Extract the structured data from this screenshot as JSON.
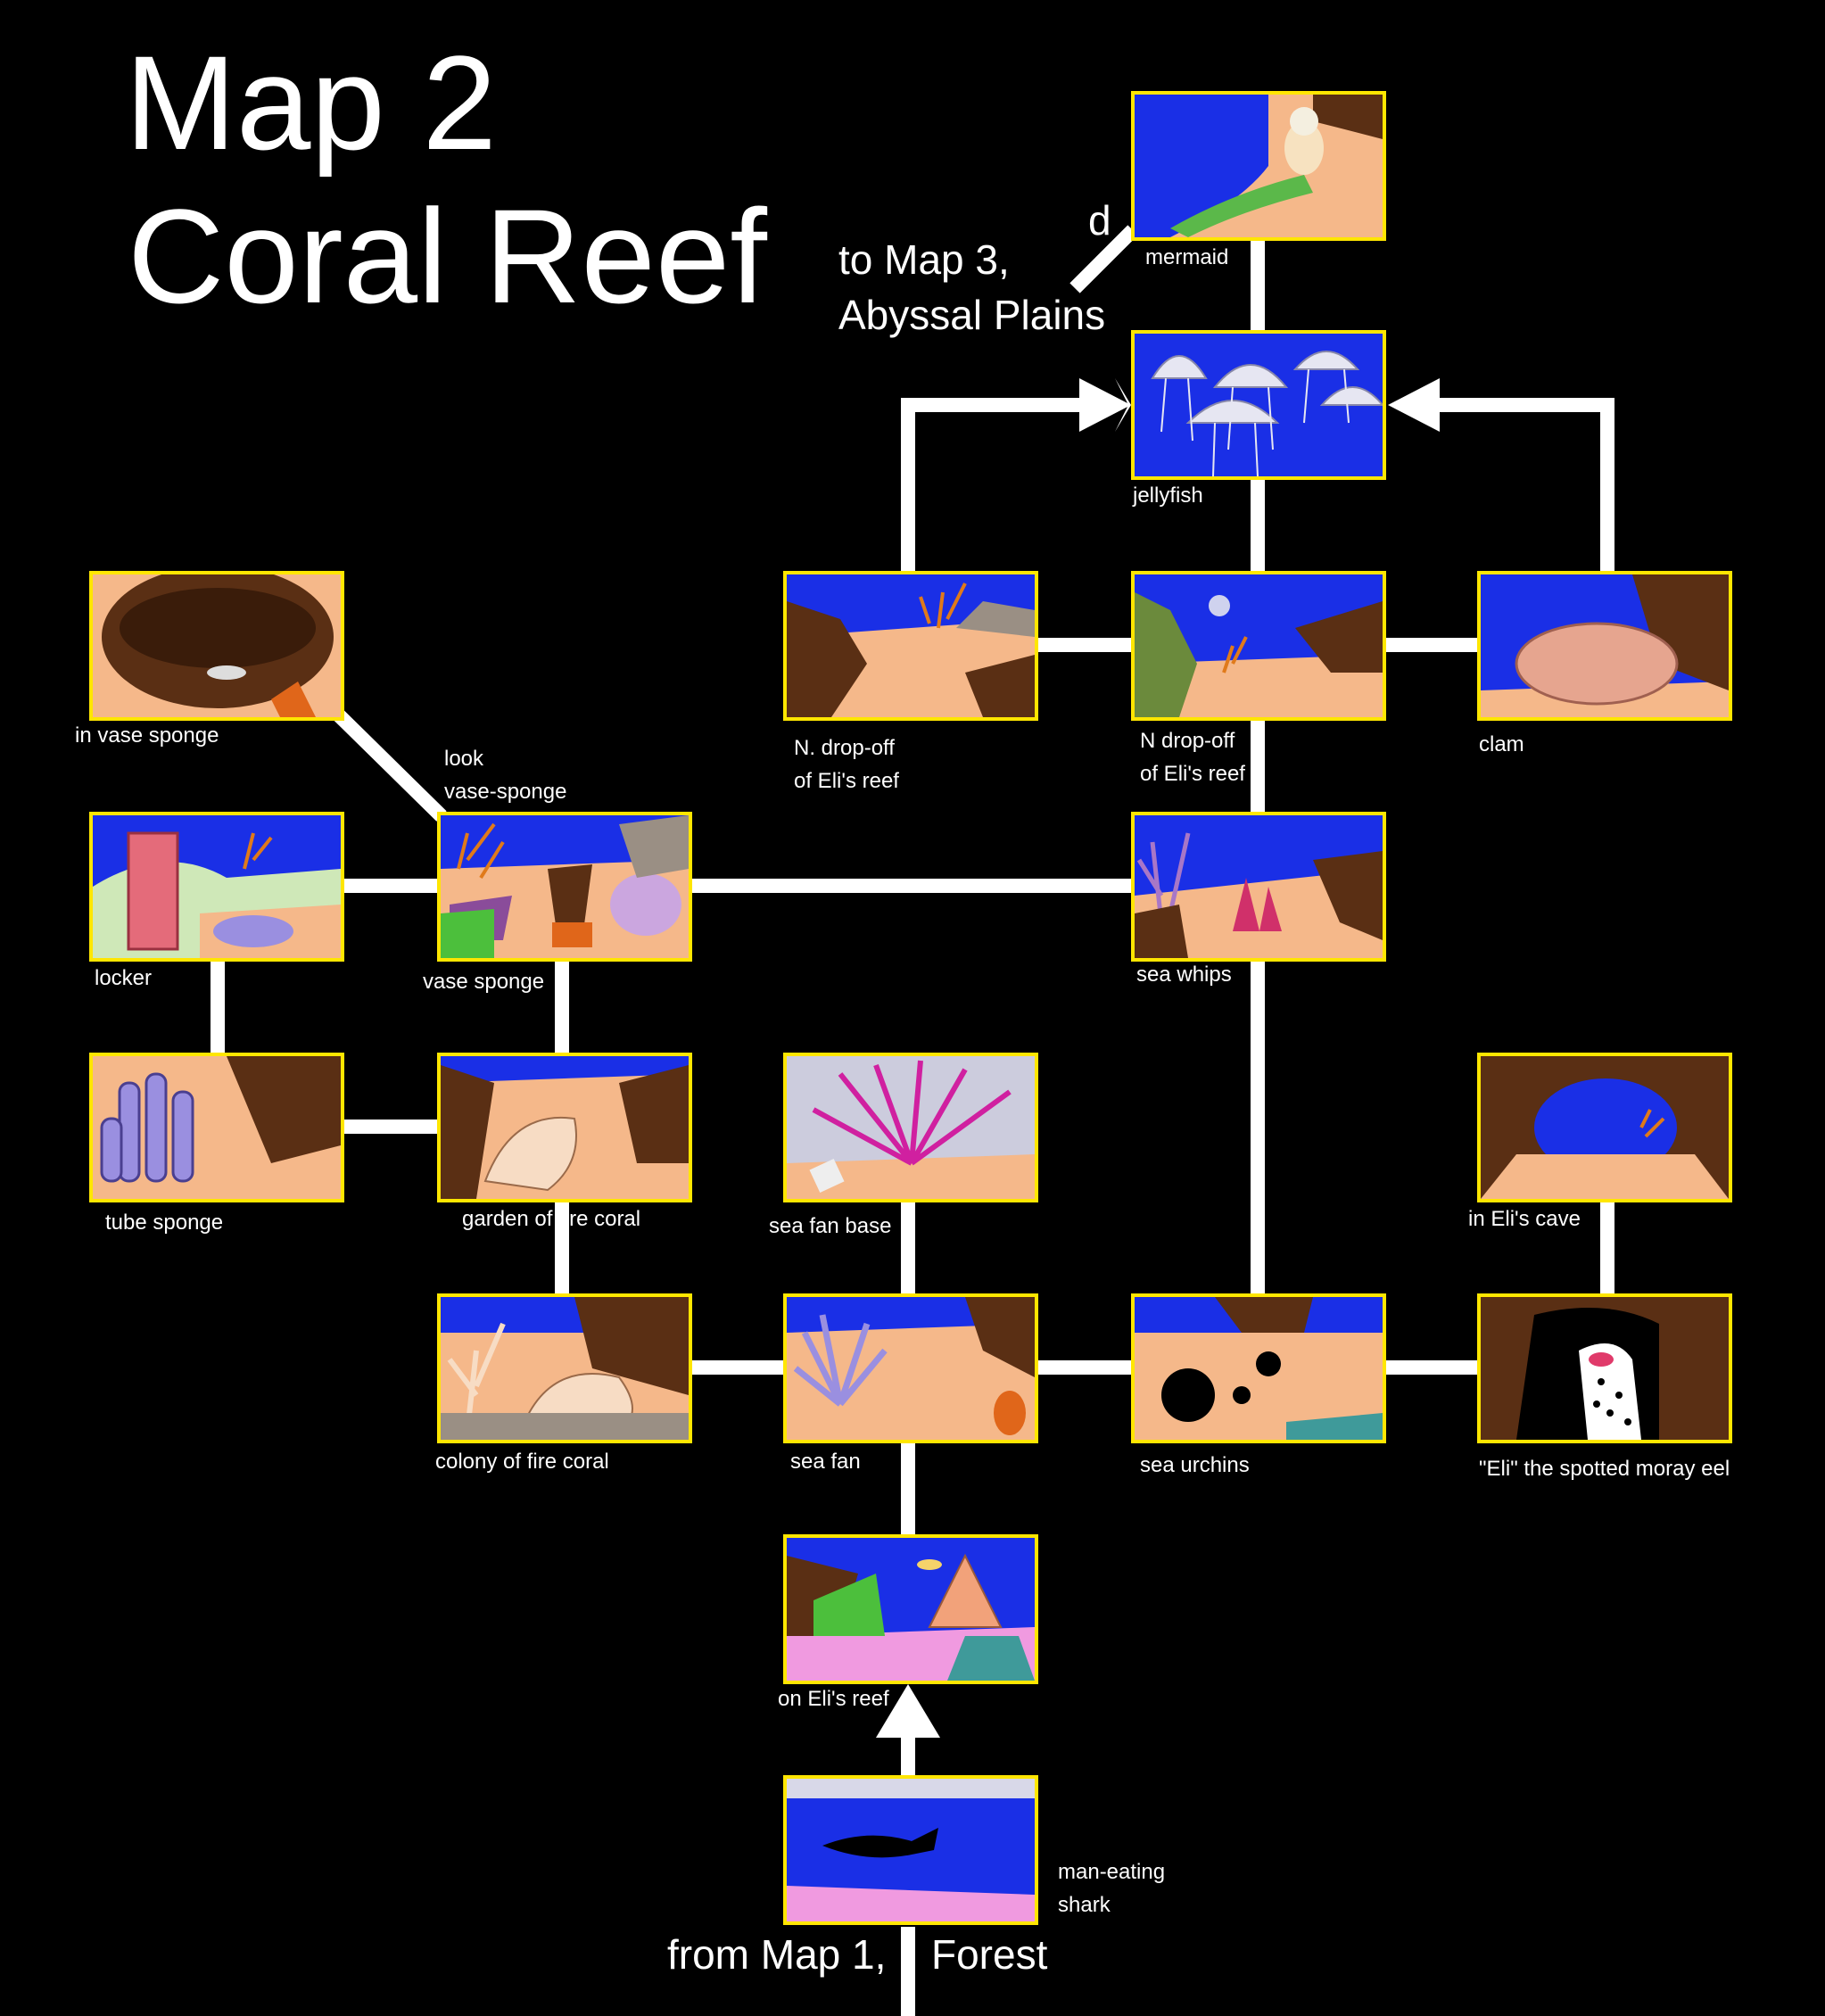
{
  "title": {
    "line1": "Map 2",
    "line2": "Coral Reef"
  },
  "exits": {
    "up": {
      "line1": "to Map 3,",
      "line2": "Abyssal Plains",
      "marker": "d"
    },
    "down": {
      "line1": "from Map 1,",
      "line2": "Forest"
    }
  },
  "rooms": [
    {
      "id": "mermaid",
      "label": [
        "mermaid"
      ],
      "scene": "mermaid"
    },
    {
      "id": "jellyfish",
      "label": [
        "jellyfish"
      ],
      "scene": "jellyfish"
    },
    {
      "id": "n-drop-off-west",
      "label": [
        "N. drop-off",
        "of Eli's reef"
      ],
      "scene": "reef"
    },
    {
      "id": "n-drop-off",
      "label": [
        "N drop-off",
        "of Eli's reef"
      ],
      "scene": "drop"
    },
    {
      "id": "clam",
      "label": [
        "clam"
      ],
      "scene": "clam"
    },
    {
      "id": "in-vase-sponge",
      "label": [
        "in vase sponge"
      ],
      "scene": "insponge"
    },
    {
      "id": "vase-sponge",
      "label": [
        "vase sponge"
      ],
      "scene": "vase",
      "extra_label": [
        "look",
        "vase-sponge"
      ]
    },
    {
      "id": "locker",
      "label": [
        "locker"
      ],
      "scene": "locker"
    },
    {
      "id": "sea-whips",
      "label": [
        "sea whips"
      ],
      "scene": "whips"
    },
    {
      "id": "tube-sponge",
      "label": [
        "tube sponge"
      ],
      "scene": "tube"
    },
    {
      "id": "garden-fire-coral",
      "label": [
        "garden of   fire coral"
      ],
      "scene": "garden"
    },
    {
      "id": "sea-fan-base",
      "label": [
        "sea fan base"
      ],
      "scene": "fanbase"
    },
    {
      "id": "in-elis-cave",
      "label": [
        "in Eli's cave"
      ],
      "scene": "cave"
    },
    {
      "id": "colony-fire-coral",
      "label": [
        "colony of fire coral"
      ],
      "scene": "colony"
    },
    {
      "id": "sea-fan",
      "label": [
        "sea fan"
      ],
      "scene": "fan"
    },
    {
      "id": "sea-urchins",
      "label": [
        "sea urchins"
      ],
      "scene": "urchins"
    },
    {
      "id": "eli-moray",
      "label": [
        "\"Eli\" the spotted moray eel"
      ],
      "scene": "eel"
    },
    {
      "id": "on-elis-reef",
      "label": [
        "on Eli's reef"
      ],
      "scene": "onreef"
    },
    {
      "id": "man-eating-shark",
      "label": [
        "man-eating",
        "shark"
      ],
      "scene": "shark"
    }
  ],
  "colors": {
    "frame": "#ffe600",
    "water": "#1a2fe6",
    "sand": "#f5b88a",
    "rock": "#5a2f14",
    "path": "#ffffff",
    "background": "#000000"
  }
}
